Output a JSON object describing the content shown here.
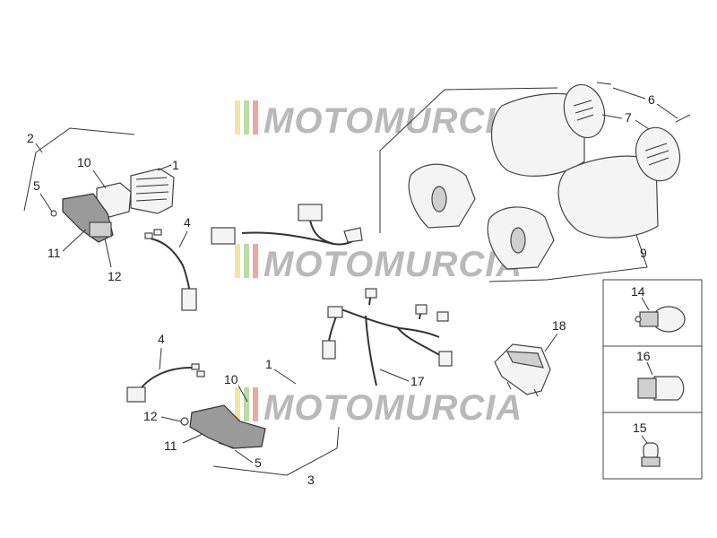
{
  "watermark": {
    "brand_text": "MOTOMURCIA",
    "stripe_colors": [
      "#e8d36a",
      "#8cc56f",
      "#e86a6a"
    ]
  },
  "callouts": {
    "top_left": {
      "n2": "2",
      "n10": "10",
      "n1": "1",
      "n5": "5",
      "n11": "11",
      "n12": "12",
      "n4": "4"
    },
    "bottom_left": {
      "n4": "4",
      "n1": "1",
      "n10": "10",
      "n12": "12",
      "n11": "11",
      "n5": "5",
      "n3": "3"
    },
    "harness": {
      "n17": "17",
      "n18": "18"
    },
    "top_right": {
      "n6": "6",
      "n7": "7",
      "n9": "9"
    },
    "bulbs": {
      "n14": "14",
      "n16": "16",
      "n15": "15"
    }
  },
  "colors": {
    "line": "#333333",
    "part_fill": "#f4f4f4",
    "part_dark": "#9a9a9a",
    "watermark_text": "#b9b9b9"
  }
}
